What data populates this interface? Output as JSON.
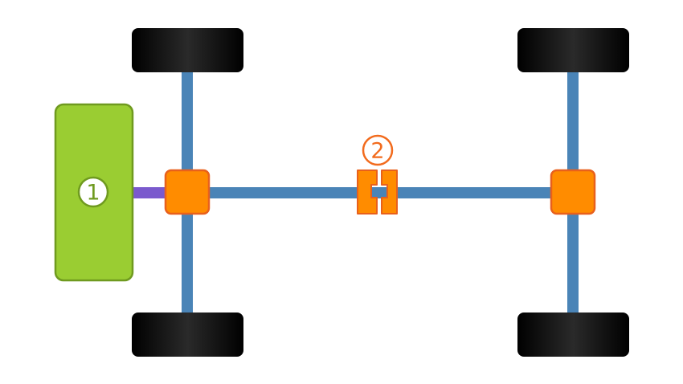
{
  "diagram": {
    "colors": {
      "background": "#ffffff",
      "shaft": "#4a84b7",
      "engine_shaft": "#7a5acd",
      "engine_fill": "#9acd32",
      "engine_stroke": "#6f9a1f",
      "differential_fill": "#ff8c00",
      "differential_stroke": "#e8601c",
      "coupling_fill": "#ff8c00",
      "coupling_stroke": "#e8601c",
      "wheel": "#111111"
    },
    "markers": [
      {
        "label": "1",
        "color": "#6f9a1f",
        "fill": "#ffffff"
      },
      {
        "label": "2",
        "color": "#f26b1d",
        "fill": "#ffffff"
      }
    ],
    "components": {
      "engine_icon": "engine-block",
      "differential_icon": "differential-box",
      "coupling_icon": "coupling",
      "wheel_icon": "wheel"
    }
  }
}
